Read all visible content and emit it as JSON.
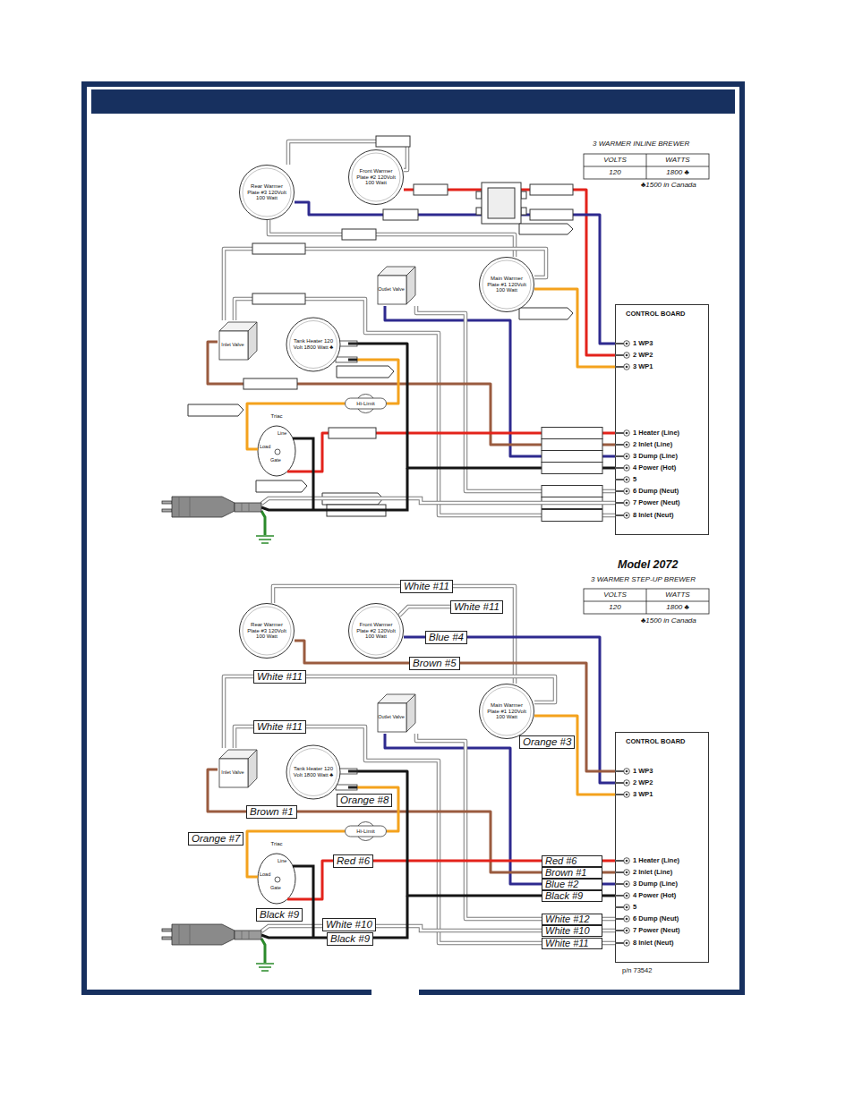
{
  "diagram": {
    "nodes": [
      {
        "text": [
          "Rear Warmer Plate #3 120Volt 100 Watt"
        ]
      },
      {
        "text": [
          "Front Warmer Plate #2 120Volt 100 Watt"
        ]
      },
      {
        "text": [
          "Main Warmer Plate #1 120Volt 100 Watt"
        ]
      },
      {
        "text": [
          "Outlet Valve"
        ]
      },
      {
        "text": [
          "Inlet Valve"
        ]
      },
      {
        "text": [
          "Tank Heater 120 Volt 1800 Watt ♣"
        ]
      },
      {
        "text": [
          "Hi-Limit"
        ]
      },
      {
        "text": [
          "Triac",
          "Line",
          "Load",
          "Gate"
        ]
      },
      {
        "text": [
          "CONTROL BOARD",
          "1 WP3",
          "2 WP2",
          "3 WP1",
          "1 Heater (Line)",
          "2 Inlet (Line)",
          "3 Dump (Line)",
          "4 Power (Hot)",
          "5",
          "6 Dump (Neut)",
          "7 Power (Neut)",
          "8 Inlet (Neut)"
        ]
      },
      {
        "text": [
          "Rear Warmer Plate #3 120Volt 100 Watt"
        ]
      },
      {
        "text": [
          "Front Warmer Plate #2 120Volt 100 Watt"
        ]
      },
      {
        "text": [
          "Main Warmer Plate #1 120Volt 100 Watt"
        ]
      },
      {
        "text": [
          "Outlet Valve"
        ]
      },
      {
        "text": [
          "Inlet Valve"
        ]
      },
      {
        "text": [
          "Tank Heater 120 Volt 1800 Watt ♣"
        ]
      },
      {
        "text": [
          "Hi-Limit"
        ]
      },
      {
        "text": [
          "Triac",
          "Line",
          "Load",
          "Gate"
        ]
      },
      {
        "text": [
          "CONTROL BOARD",
          "1 WP3",
          "2 WP2",
          "3 WP1",
          "1 Heater (Line)",
          "2 Inlet (Line)",
          "3 Dump (Line)",
          "4 Power (Hot)",
          "5",
          "6 Dump (Neut)",
          "7 Power (Neut)",
          "8 Inlet (Neut)"
        ]
      }
    ],
    "edges": [
      {
        "from": 0,
        "to": 1,
        "arrow": "none"
      },
      {
        "from": 1,
        "to": 8,
        "arrow": "none"
      },
      {
        "from": 0,
        "to": 8,
        "arrow": "none"
      },
      {
        "from": 2,
        "to": 8,
        "arrow": "none"
      },
      {
        "from": 0,
        "to": 2,
        "arrow": "none"
      },
      {
        "from": 2,
        "to": 4,
        "arrow": "none"
      },
      {
        "from": 4,
        "to": 8,
        "arrow": "none"
      },
      {
        "from": 3,
        "to": 8,
        "arrow": "none"
      },
      {
        "from": 3,
        "to": 8,
        "arrow": "none"
      },
      {
        "from": 4,
        "to": 8,
        "arrow": "none"
      },
      {
        "from": 5,
        "to": 6,
        "arrow": "none"
      },
      {
        "from": 6,
        "to": 7,
        "arrow": "none"
      },
      {
        "from": 7,
        "to": 8,
        "arrow": "none"
      },
      {
        "from": 5,
        "to": 8,
        "arrow": "none"
      },
      {
        "from": 9,
        "to": 11,
        "arrow": "none"
      },
      {
        "from": 10,
        "to": 17,
        "arrow": "none"
      },
      {
        "from": 9,
        "to": 17,
        "arrow": "none"
      },
      {
        "from": 11,
        "to": 17,
        "arrow": "none"
      },
      {
        "from": 11,
        "to": 13,
        "arrow": "none"
      },
      {
        "from": 13,
        "to": 17,
        "arrow": "none"
      },
      {
        "from": 12,
        "to": 17,
        "arrow": "none"
      },
      {
        "from": 12,
        "to": 17,
        "arrow": "none"
      },
      {
        "from": 13,
        "to": 17,
        "arrow": "none"
      },
      {
        "from": 14,
        "to": 15,
        "arrow": "none"
      },
      {
        "from": 15,
        "to": 16,
        "arrow": "none"
      },
      {
        "from": 16,
        "to": 17,
        "arrow": "none"
      },
      {
        "from": 14,
        "to": 17,
        "arrow": "none"
      }
    ],
    "labels": [
      "3 WARMER INLINE BREWER",
      "VOLTS",
      "WATTS",
      "120",
      "1800 ♣",
      "♣1500 in Canada",
      "Model 2072",
      "3 WARMER STEP-UP BREWER",
      "VOLTS",
      "WATTS",
      "120",
      "1800 ♣",
      "♣1500 in Canada",
      "White #11",
      "White #11",
      "Blue #4",
      "Brown #5",
      "White #11",
      "White #11",
      "Orange #3",
      "Orange #8",
      "Brown #1",
      "Orange #7",
      "Red #6",
      "Black #9",
      "White #10",
      "Black #9",
      "Red #6",
      "Brown #1",
      "Blue #2",
      "Black #9",
      "White #12",
      "White #10",
      "White #11",
      "p/n 73542"
    ]
  }
}
